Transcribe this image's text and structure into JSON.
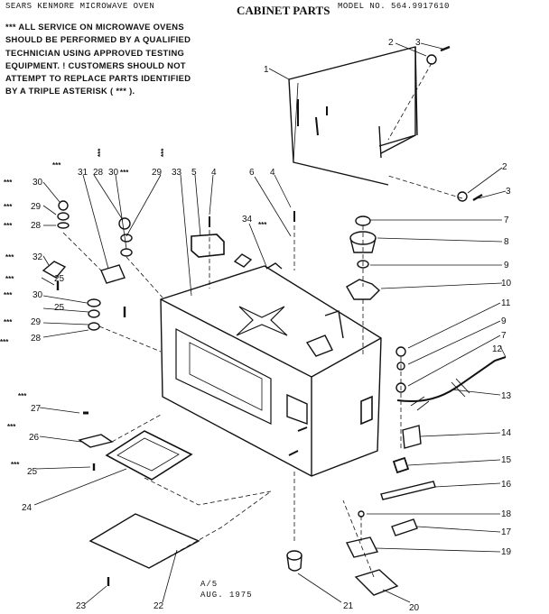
{
  "header": {
    "left": "SEARS KENMORE MICROWAVE OVEN",
    "title": "CABINET PARTS",
    "model": "MODEL NO. 564.9917610"
  },
  "note": {
    "lines": [
      "*** ALL SERVICE ON MICROWAVE OVENS",
      "SHOULD BE PERFORMED BY A QUALIFIED",
      "TECHNICIAN USING APPROVED TESTING",
      "EQUIPMENT. ! CUSTOMERS SHOULD NOT",
      "ATTEMPT TO REPLACE  PARTS IDENTIFIED",
      "BY A TRIPLE ASTERISK ( *** )."
    ]
  },
  "footer": {
    "line1": "A/5",
    "line2": "AUG. 1975"
  },
  "callouts": [
    {
      "n": "1"
    },
    {
      "n": "2"
    },
    {
      "n": "3"
    },
    {
      "n": "2"
    },
    {
      "n": "3"
    },
    {
      "n": "4"
    },
    {
      "n": "4"
    },
    {
      "n": "5"
    },
    {
      "n": "6"
    },
    {
      "n": "7"
    },
    {
      "n": "7"
    },
    {
      "n": "8"
    },
    {
      "n": "9"
    },
    {
      "n": "9"
    },
    {
      "n": "10"
    },
    {
      "n": "11"
    },
    {
      "n": "12"
    },
    {
      "n": "13"
    },
    {
      "n": "14"
    },
    {
      "n": "15"
    },
    {
      "n": "16"
    },
    {
      "n": "17"
    },
    {
      "n": "18"
    },
    {
      "n": "19"
    },
    {
      "n": "20"
    },
    {
      "n": "21"
    },
    {
      "n": "22"
    },
    {
      "n": "23"
    },
    {
      "n": "24"
    },
    {
      "n": "25"
    },
    {
      "n": "25"
    },
    {
      "n": "25"
    },
    {
      "n": "26"
    },
    {
      "n": "27"
    },
    {
      "n": "28"
    },
    {
      "n": "28"
    },
    {
      "n": "28"
    },
    {
      "n": "29"
    },
    {
      "n": "29"
    },
    {
      "n": "29"
    },
    {
      "n": "30"
    },
    {
      "n": "30"
    },
    {
      "n": "30"
    },
    {
      "n": "31"
    },
    {
      "n": "32"
    },
    {
      "n": "33"
    },
    {
      "n": "34"
    }
  ],
  "triple_asterisk": "***"
}
